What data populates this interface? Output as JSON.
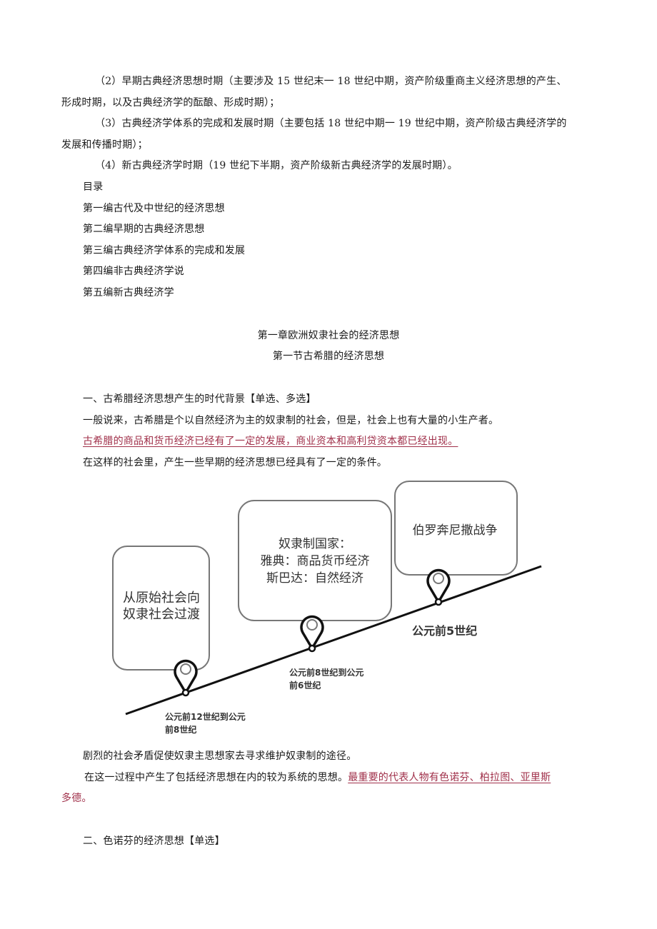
{
  "intro": {
    "item2_line1": "（2）早期古典经济思想时期（主要涉及 15 世纪末一 18 世纪中期，资产阶级重商主义经济思想的产生、",
    "item2_line2": "形成时期，以及古典经济学的酝酿、形成时期）；",
    "item3_line1": "（3）古典经济学体系的完成和发展时期（主要包括 18 世纪中期一 19 世纪中期，资产阶级古典经济学的",
    "item3_line2": "发展和传播时期）；",
    "item4": "（4）新古典经济学时期（19 世纪下半期，资产阶级新古典经济学的发展时期）。"
  },
  "toc": {
    "title": "目录",
    "items": [
      "第一编古代及中世纪的经济思想",
      "第二编早期的古典经济思想",
      "第三编古典经济学体系的完成和发展",
      "第四编非古典经济学说",
      "第五编新古典经济学"
    ]
  },
  "chapter": {
    "title": "第一章欧洲奴隶社会的经济思想",
    "section": "第一节古希腊的经济思想"
  },
  "part1": {
    "heading": "一、古希腊经济思想产生的时代背景【单选、多选】",
    "para1": "一般说来，古希腊是个以自然经济为主的奴隶制的社会，但是，社会上也有大量的小生产者。",
    "para2_highlight": "古希腊的商品和货币经济已经有了一定的发展，商业资本和高利贷资本都已经出现。",
    "para3": "在这样的社会里，产生一些早期的经济思想已经具有了一定的条件。"
  },
  "timeline": {
    "events": [
      {
        "box_lines": [
          "从原始社会向",
          "奴隶社会过渡"
        ],
        "label_lines": [
          "公元前12世纪到公元",
          "前8世纪"
        ]
      },
      {
        "box_lines": [
          "奴隶制国家：",
          "雅典：商品货币经济",
          "斯巴达：自然经济"
        ],
        "label_lines": [
          "公元前8世纪到公元",
          "前6世纪"
        ]
      },
      {
        "box_lines": [
          "伯罗奔尼撒战争"
        ],
        "label_lines": [
          "公元前5世纪"
        ]
      }
    ],
    "pin_icon": "map-pin-icon"
  },
  "part1_after": {
    "para1": "剧烈的社会矛盾促使奴隶主思想家去寻求维护奴隶制的途径。",
    "para2_plain": "在这一过程中产生了包括经济思想在内的较为系统的思想。",
    "para2_highlight_a": "最重要的代表人物有色诺芬、柏拉图、亚里斯",
    "para2_highlight_b": "多德。"
  },
  "part2": {
    "heading": "二、色诺芬的经济思想【单选】"
  },
  "colors": {
    "highlight": "#a0304a",
    "text": "#1a1a1a"
  }
}
